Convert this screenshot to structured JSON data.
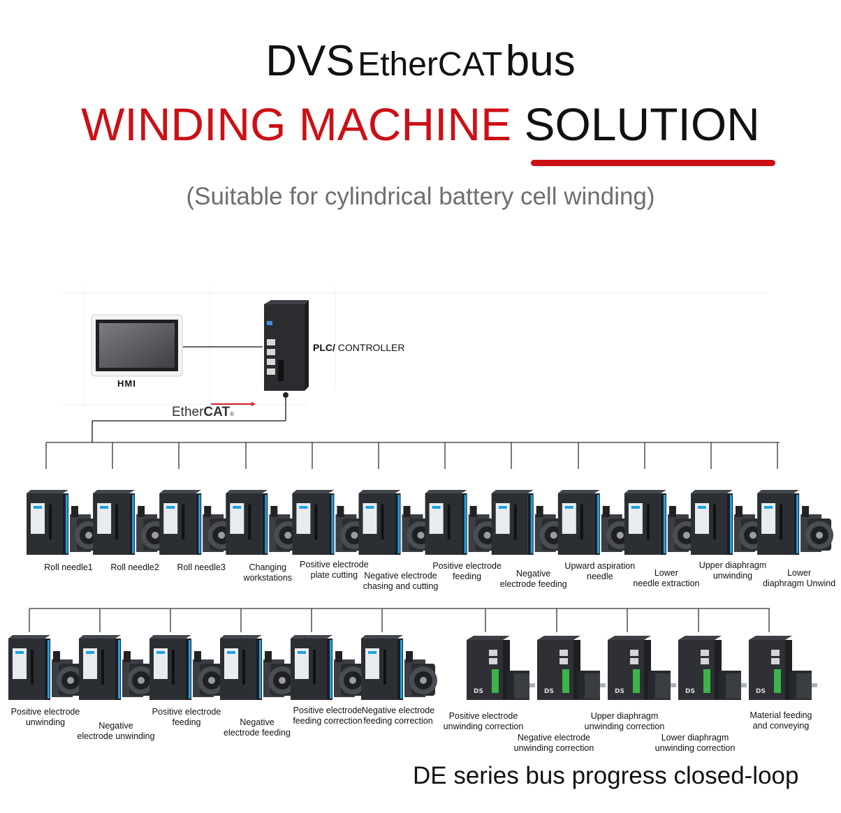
{
  "title": {
    "dvs": "DVS",
    "ethercat": "EtherCAT",
    "bus": "bus",
    "winding_machine": "WINDING MACHINE",
    "solution": "SOLUTION",
    "subtitle": "(Suitable for cylindrical battery cell winding)"
  },
  "hmi": {
    "label": "HMI"
  },
  "plc": {
    "label_bold": "PLC/",
    "label_rest": " CONTROLLER"
  },
  "ethercat_logo": {
    "prefix": "Ether",
    "suffix": "CAT",
    "mark": "®"
  },
  "row1": [
    "Roll needle1",
    "Roll needle2",
    "Roll needle3",
    "Changing\nworkstations",
    "Positive electrode\nplate cutting",
    "Negative electrode\nchasing and cutting",
    "Positive electrode\nfeeding",
    "Negative\nelectrode feeding",
    "Upward aspiration\nneedle",
    "Lower\nneedle extraction",
    "Upper diaphragm\nunwinding",
    "Lower\ndiaphragm Unwind"
  ],
  "row2_servo": [
    "Positive electrode\nunwinding",
    "Negative\nelectrode unwinding",
    "Positive electrode\nfeeding",
    "Negative\nelectrode feeding",
    "Positive electrode\nfeeding correction",
    "Negative electrode\nfeeding correction"
  ],
  "row2_de": [
    "Positive electrode\nunwinding correction",
    "Negative electrode\nunwinding correction",
    "Upper diaphragm\nunwinding correction",
    "Lower diaphragm\nunwinding correction",
    "Material feeding\nand conveying"
  ],
  "footer": "DE series bus progress closed-loop",
  "colors": {
    "accent_red": "#cc1016",
    "drive_dark": "#2b2e33",
    "drive_blue": "#1ea0e6",
    "de_green": "#3cb44a"
  }
}
